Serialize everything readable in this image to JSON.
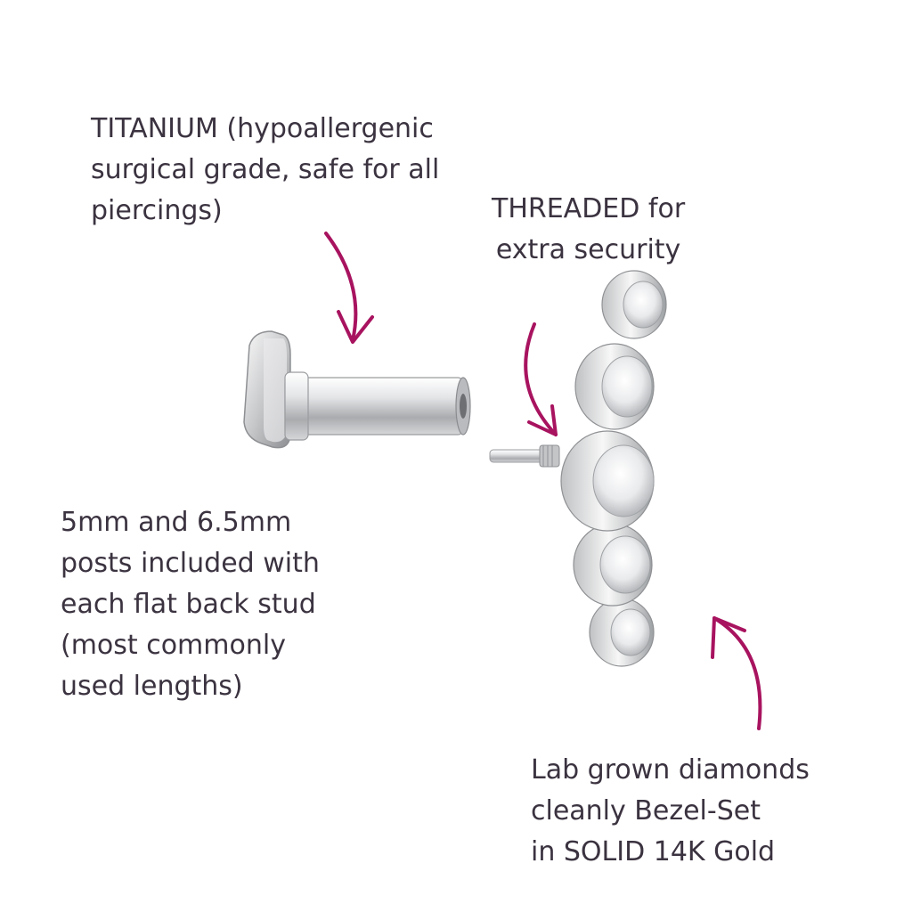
{
  "annotations": {
    "titanium": {
      "lines": [
        "TITANIUM (hypoallergenic",
        "surgical grade, safe for all",
        "piercings)"
      ]
    },
    "threaded": {
      "lines": [
        "THREADED for",
        "extra security"
      ]
    },
    "posts": {
      "lines": [
        "5mm and 6.5mm",
        "posts included with",
        "each flat back stud",
        "(most commonly",
        "used lengths)"
      ]
    },
    "diamonds": {
      "lines": [
        "Lab grown diamonds",
        "cleanly Bezel-Set",
        "in SOLID 14K Gold"
      ]
    }
  },
  "colors": {
    "arrow": "#a8135f",
    "text": "#3b3340",
    "metal_light": "#f2f2f2",
    "metal_mid": "#c9cacc",
    "metal_dark": "#8f9194"
  },
  "product": {
    "stone_count": 5
  }
}
